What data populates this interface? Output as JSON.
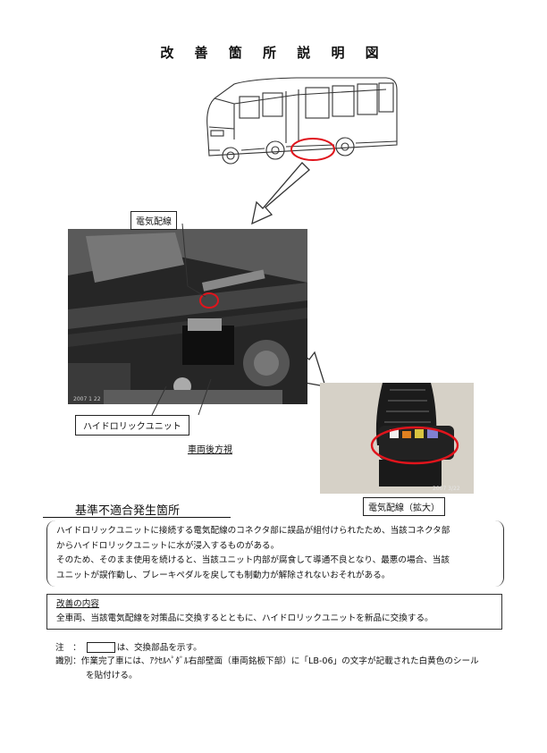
{
  "title": "改 善 箇 所 説 明 図",
  "labels": {
    "wire": "電気配線",
    "hydraulic_unit": "ハイドロリックユニット",
    "wire_zoom": "電気配線（拡大）",
    "view_caption": "車両後方視"
  },
  "issue_section": {
    "title": "基準不適合発生箇所",
    "lines": [
      "ハイドロリックユニットに接続する電気配線のコネクタ部に誤品が組付けられたため、当該コネクタ部",
      "からハイドロリックユニットに水が浸入するものがある。",
      "そのため、そのまま使用を続けると、当該ユニット内部が腐食して導通不良となり、最悪の場合、当該",
      "ユニットが誤作動し、ブレーキペダルを戻しても制動力が解除されないおそれがある。"
    ]
  },
  "improvement": {
    "title": "改善の内容",
    "text": "全車両、当該電気配線を対策品に交換するとともに、ハイドロリックユニットを新品に交換する。"
  },
  "note": {
    "prefix": "注　：",
    "suffix": "は、交換部品を示す。"
  },
  "identification": {
    "prefix": "識別：",
    "line1": "作業完了車には、ｱｸｾﾙﾍﾟﾀﾞﾙ右部壁面（車両銘板下部）に「LB-06」の文字が記載された白黄色のシール",
    "line2": "を貼付ける。"
  },
  "photo_stamps": {
    "main": "2007  1  22",
    "zoom": "2007  3/22"
  },
  "colors": {
    "highlight": "#e0141c",
    "photo_dark": "#2a2a2a"
  }
}
